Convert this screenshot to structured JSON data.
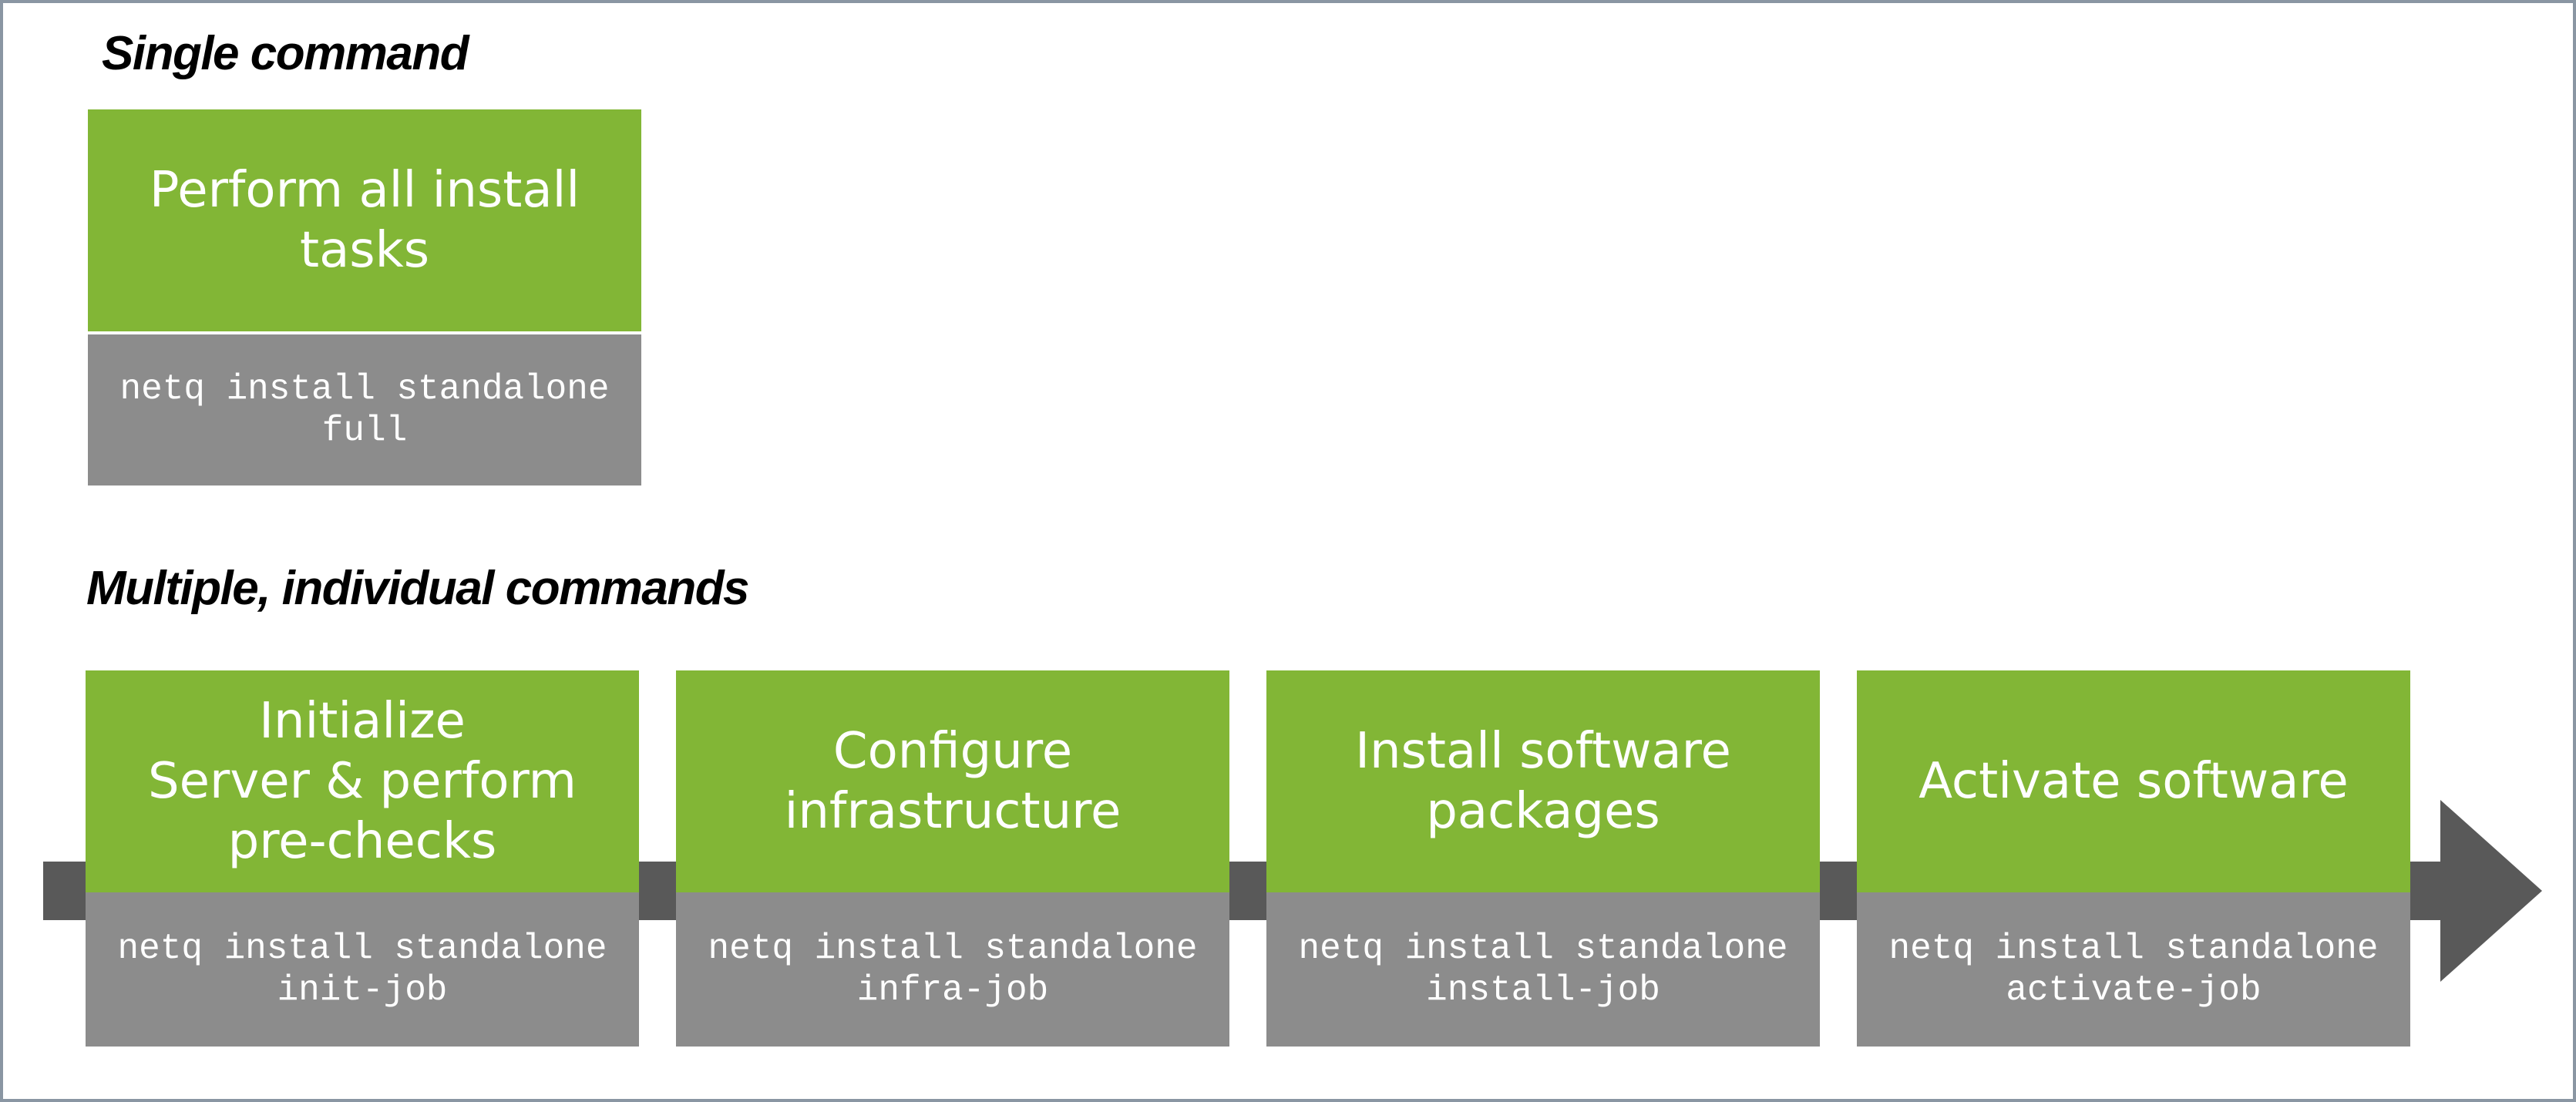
{
  "headings": {
    "single": "Single command",
    "multiple": "Multiple, individual commands"
  },
  "single_step": {
    "task": "Perform all install tasks",
    "command": "netq install standalone\nfull"
  },
  "steps": [
    {
      "task": "Initialize\nServer & perform pre-checks",
      "command": "netq install standalone\ninit-job"
    },
    {
      "task": "Configure infrastructure",
      "command": "netq install standalone\ninfra-job"
    },
    {
      "task": "Install software packages",
      "command": "netq install standalone\ninstall-job"
    },
    {
      "task": "Activate software",
      "command": "netq install standalone\nactivate-job"
    }
  ],
  "colors": {
    "task_box": "#82b636",
    "command_box": "#8c8c8c",
    "arrow": "#595959",
    "frame": "#8a96a3"
  }
}
